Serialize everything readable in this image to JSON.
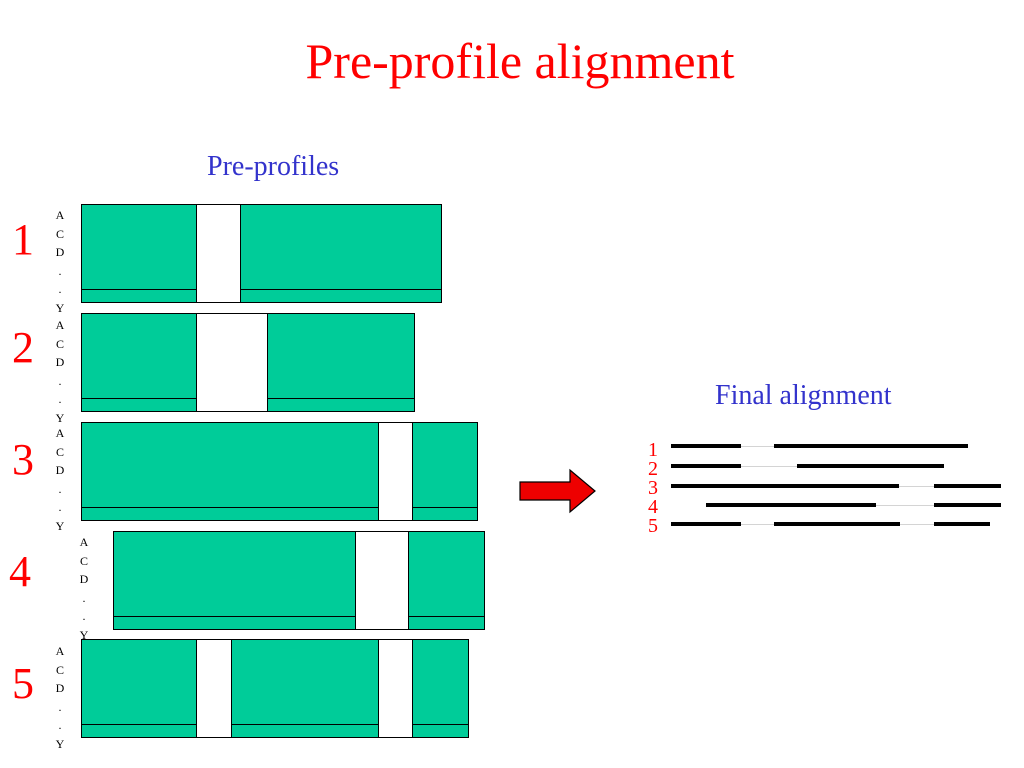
{
  "title": "Pre-profile alignment",
  "pre_profiles_label": "Pre-profiles",
  "final_alignment_label": "Final alignment",
  "profile_numbers": [
    "1",
    "2",
    "3",
    "4",
    "5"
  ],
  "residue_letters": [
    "A",
    "C",
    "D",
    ".",
    ".",
    "Y"
  ],
  "final_row_labels": [
    "1",
    "2",
    "3",
    "4",
    "5"
  ],
  "colors": {
    "title": "#ff0000",
    "subtitle": "#3333cc",
    "block_fill": "#00cc99",
    "arrow": "#ee0000"
  }
}
